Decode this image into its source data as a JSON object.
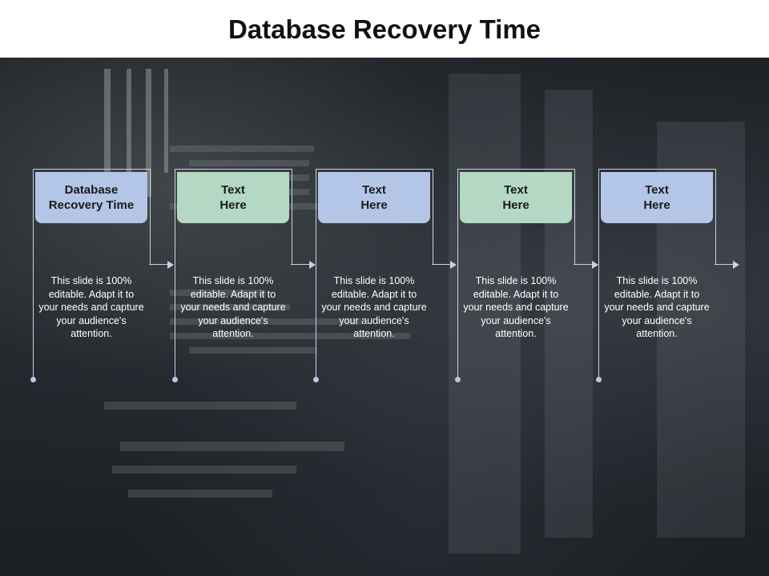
{
  "title": "Database Recovery Time",
  "colors": {
    "box_blue": "#b4c6e7",
    "box_green": "#b4d8c3",
    "connector": "#c9d3e0",
    "background": "#22262b"
  },
  "steps": [
    {
      "label": "Database\nRecovery Time",
      "color": "blue",
      "description": "This slide is 100% editable. Adapt it to your needs and capture your audience's attention."
    },
    {
      "label": "Text\nHere",
      "color": "green",
      "description": "This slide is 100% editable. Adapt it to your needs and capture your audience's attention."
    },
    {
      "label": "Text\nHere",
      "color": "blue",
      "description": "This slide is 100% editable. Adapt it to your needs and capture your audience's attention."
    },
    {
      "label": "Text\nHere",
      "color": "green",
      "description": "This slide is 100% editable. Adapt it to your needs and capture your audience's attention."
    },
    {
      "label": "Text\nHere",
      "color": "blue",
      "description": "This slide is 100% editable. Adapt it to your needs and capture your audience's attention."
    }
  ]
}
